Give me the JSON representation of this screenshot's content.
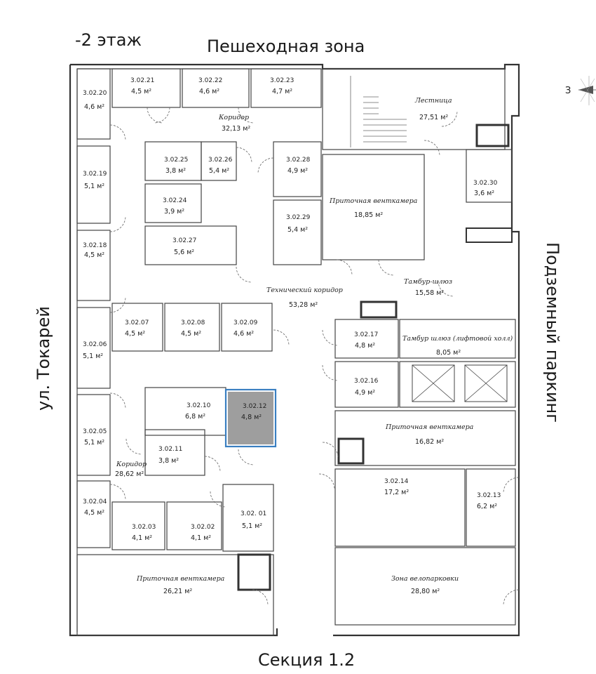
{
  "labels": {
    "floor": "-2 этаж",
    "top": "Пешеходная зона",
    "left": "ул. Токарей",
    "right": "Подземный паркинг",
    "bottom": "Секция 1.2",
    "compass": "З"
  },
  "rooms": [
    {
      "code": "3.02.20",
      "area": "4,6 м²"
    },
    {
      "code": "3.02.21",
      "area": "4,5 м²"
    },
    {
      "code": "3.02.22",
      "area": "4,6 м²"
    },
    {
      "code": "3.02.23",
      "area": "4,7 м²"
    },
    {
      "name": "Лестница",
      "area": "27,51 м²"
    },
    {
      "name": "Коридор",
      "area": "32,13 м²"
    },
    {
      "code": "3.02.25",
      "area": "3,8 м²"
    },
    {
      "code": "3.02.26",
      "area": "5,4 м²"
    },
    {
      "code": "3.02.28",
      "area": "4,9 м²"
    },
    {
      "code": "3.02.19",
      "area": "5,1 м²"
    },
    {
      "code": "3.02.24",
      "area": "3,9 м²"
    },
    {
      "code": "3.02.29",
      "area": "5,4 м²"
    },
    {
      "name": "Приточная венткамера",
      "area": "18,85 м²"
    },
    {
      "code": "3.02.30",
      "area": "3,6 м²"
    },
    {
      "code": "3.02.18",
      "area": "4,5 м²"
    },
    {
      "code": "3.02.27",
      "area": "5,6 м²"
    },
    {
      "name": "Тамбур-шлюз",
      "area": "15,58 м²"
    },
    {
      "name": "Технический коридор",
      "area": "53,28 м²"
    },
    {
      "code": "3.02.07",
      "area": "4,5 м²"
    },
    {
      "code": "3.02.08",
      "area": "4,5 м²"
    },
    {
      "code": "3.02.09",
      "area": "4,6 м²"
    },
    {
      "code": "3.02.17",
      "area": "4,8 м²"
    },
    {
      "name": "Тамбур шлюз (лифтовой холл)",
      "area": "8,05 м²"
    },
    {
      "code": "3.02.06",
      "area": "5,1 м²"
    },
    {
      "code": "3.02.16",
      "area": "4,9 м²"
    },
    {
      "code": "3.02.10",
      "area": "6,8 м²"
    },
    {
      "code": "3.02.12",
      "area": "4,8 м²"
    },
    {
      "code": "3.02.05",
      "area": "5,1 м²"
    },
    {
      "name": "Приточная венткамера",
      "area": "16,82 м²"
    },
    {
      "code": "3.02.11",
      "area": "3,8 м²"
    },
    {
      "name": "Коридор",
      "area": "28,62 м²"
    },
    {
      "code": "3.02.14",
      "area": "17,2 м²"
    },
    {
      "code": "3.02.13",
      "area": "6,2 м²"
    },
    {
      "code": "3.02.04",
      "area": "4,5 м²"
    },
    {
      "code": "3.02. 01",
      "area": "5,1 м²"
    },
    {
      "code": "3.02.03",
      "area": "4,1 м²"
    },
    {
      "code": "3.02.02",
      "area": "4,1 м²"
    },
    {
      "name": "Приточная венткамера",
      "area": "26,21 м²"
    },
    {
      "name": "Зона велопарковки",
      "area": "28,80 м²"
    }
  ],
  "highlight": {
    "code": "3.02.12",
    "fill": "#9e9e9e",
    "stroke": "#3a7fc1"
  }
}
